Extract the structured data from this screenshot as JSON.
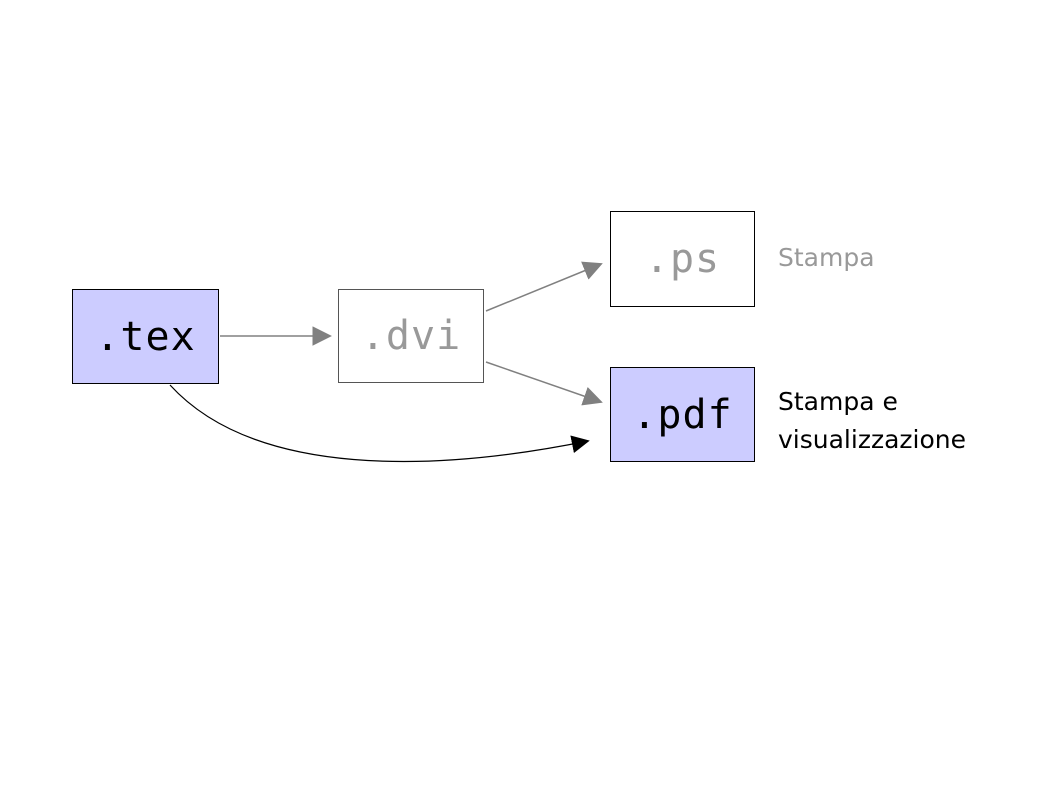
{
  "diagram": {
    "nodes": {
      "tex": {
        "label": ".tex",
        "fill": "#ccccff",
        "text_color": "#000000"
      },
      "dvi": {
        "label": ".dvi",
        "fill": "#ffffff",
        "text_color": "#999999"
      },
      "ps": {
        "label": ".ps",
        "fill": "#ffffff",
        "text_color": "#999999"
      },
      "pdf": {
        "label": ".pdf",
        "fill": "#ccccff",
        "text_color": "#000000"
      }
    },
    "annotations": {
      "ps_note": "Stampa",
      "pdf_note_line1": "Stampa e",
      "pdf_note_line2": "visualizzazione"
    },
    "edges": [
      {
        "from": "tex",
        "to": "dvi",
        "style": "straight",
        "color": "#808080"
      },
      {
        "from": "dvi",
        "to": "ps",
        "style": "straight",
        "color": "#808080"
      },
      {
        "from": "dvi",
        "to": "pdf",
        "style": "straight",
        "color": "#808080"
      },
      {
        "from": "tex",
        "to": "pdf",
        "style": "curved",
        "color": "#000000"
      }
    ],
    "colors": {
      "highlight_fill": "#ccccff",
      "plain_fill": "#ffffff",
      "muted_text": "#999999",
      "arrow_gray": "#808080",
      "arrow_black": "#000000",
      "background": "#ffffff"
    }
  }
}
